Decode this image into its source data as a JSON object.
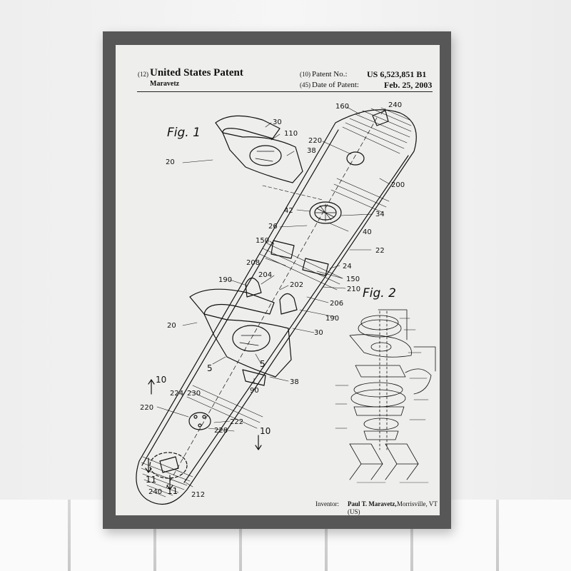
{
  "patent": {
    "country_code": "(12)",
    "title": "United States Patent",
    "inventor_surname": "Maravetz",
    "number_code": "(10)",
    "number_label": "Patent No.:",
    "number_value": "US 6,523,851 B1",
    "date_code": "(45)",
    "date_label": "Date of Patent:",
    "date_value": "Feb. 25, 2003"
  },
  "figures": {
    "fig1": "Fig. 1",
    "fig2": "Fig. 2"
  },
  "inventor": {
    "label": "Inventor:",
    "name": "Paul T. Maravetz,",
    "location": "Morrisville, VT",
    "country": "(US)"
  },
  "reference_numerals": {
    "n160": "160",
    "n240a": "240",
    "n30a": "30",
    "n110": "110",
    "n220a": "220",
    "n38a": "38",
    "n20a": "20",
    "n200": "200",
    "n42": "42",
    "n34": "34",
    "n26": "26",
    "n40": "40",
    "n150a": "150",
    "n22": "22",
    "n208": "208",
    "n24": "24",
    "n190a": "190",
    "n204": "204",
    "n202": "202",
    "n150b": "150",
    "n210": "210",
    "n206": "206",
    "n190b": "190",
    "n20b": "20",
    "n30b": "30",
    "n5a": "5",
    "n5b": "5",
    "n38b": "38",
    "n90": "90",
    "n10a": "10",
    "n224": "224",
    "n230": "230",
    "n220b": "220",
    "n222": "222",
    "n228": "228",
    "n10b": "10",
    "n11a": "11",
    "n11b": "11",
    "n240b": "240",
    "n212": "212"
  },
  "colors": {
    "frame": "#575757",
    "paper": "#eeeeec",
    "ink": "#111111",
    "wall": "#f0f0f0"
  }
}
